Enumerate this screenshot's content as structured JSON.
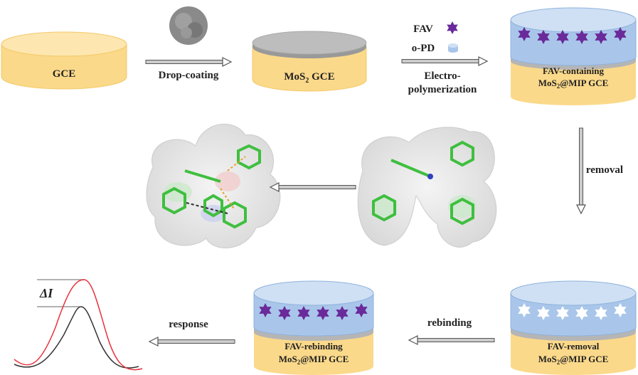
{
  "colors": {
    "gce": "#fbd98a",
    "gce_top": "#fde6b0",
    "mos2": "#b5b5b5",
    "mip": "#a9c6ea",
    "mip_top": "#cfe0f4",
    "fav": "#6a2a9a",
    "red": "#e8323c",
    "black": "#333333"
  },
  "steps": {
    "gce": {
      "label": "GCE"
    },
    "drop_coating": {
      "label": "Drop-coating"
    },
    "mos2_gce": {
      "pre": "MoS",
      "sub": "2",
      "post": " GCE"
    },
    "legend": {
      "fav": "FAV",
      "opd": "o-PD"
    },
    "electro": {
      "line1": "Electro-",
      "line2": "polymerization"
    },
    "fav_containing": {
      "line1": "FAV-containing",
      "pre": "MoS",
      "sub": "2",
      "post": "@MIP GCE"
    },
    "removal": {
      "label": "removal"
    },
    "fav_removal": {
      "line1": "FAV-removal",
      "pre": "MoS",
      "sub": "2",
      "post": "@MIP GCE"
    },
    "rebinding": {
      "label": "rebinding"
    },
    "fav_rebinding": {
      "line1": "FAV-rebinding",
      "pre": "MoS",
      "sub": "2",
      "post": "@MIP GCE"
    },
    "response": {
      "label": "response"
    },
    "delta_i": {
      "label": "ΔI"
    }
  }
}
